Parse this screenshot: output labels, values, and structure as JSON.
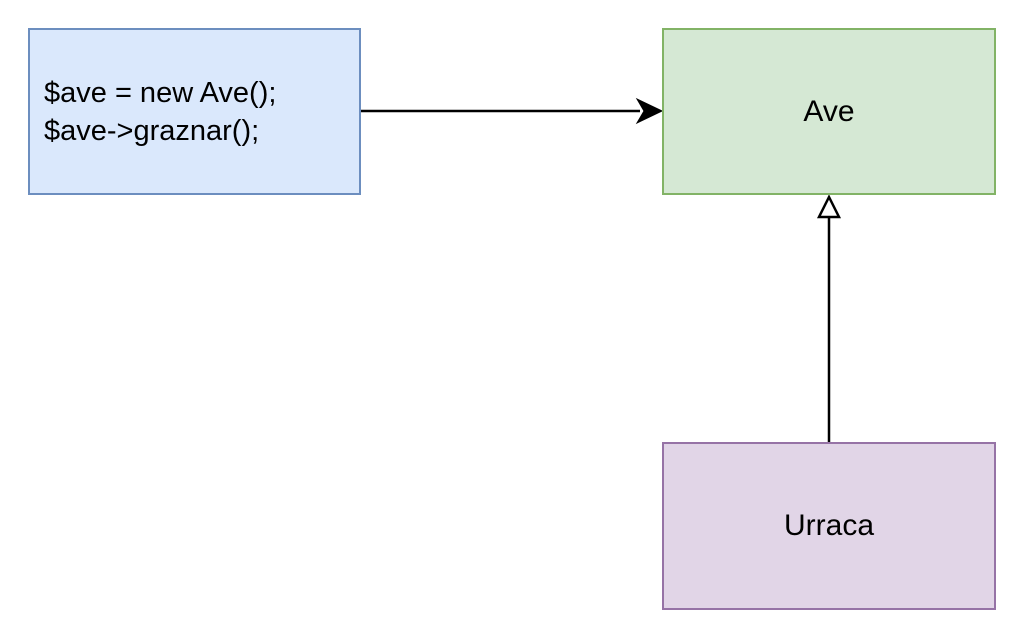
{
  "nodes": {
    "client_code": {
      "lines": [
        "$ave = new Ave();",
        "$ave->graznar();"
      ],
      "fill": "#dae8fc",
      "stroke": "#6c8ebf"
    },
    "ave": {
      "label": "Ave",
      "fill": "#d5e8d4",
      "stroke": "#82b366"
    },
    "urraca": {
      "label": "Urraca",
      "fill": "#e1d5e7",
      "stroke": "#9673a6"
    }
  },
  "edges": [
    {
      "from": "client_code",
      "to": "ave",
      "kind": "association-arrow"
    },
    {
      "from": "urraca",
      "to": "ave",
      "kind": "inheritance-hollow-triangle"
    }
  ],
  "colors": {
    "line": "#000000",
    "background": "#ffffff"
  }
}
